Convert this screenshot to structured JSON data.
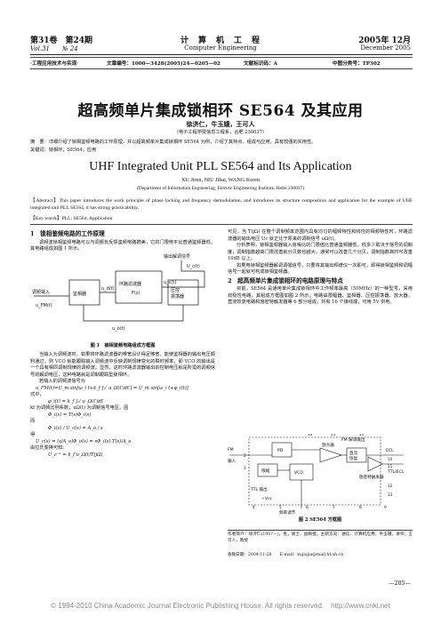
{
  "header": {
    "volume": "第31卷　第24期",
    "volume_en": "Vol.31　　№ 24",
    "journal": "计　算　机　工　程",
    "journal_en": "Computer Engineering",
    "date": "2005年 12月",
    "date_en": "December 2005",
    "column": "·工程应用技术与实现·",
    "article_id": "文章编号：1000—3428(2005)24—0205—02",
    "doc_code": "文献标识码：A",
    "clc": "中图分类号：TP302"
  },
  "title_cn": "超高频单片集成锁相环 SE564 及其应用",
  "authors_cn": "徐济仁，牛玉娥，王可人",
  "affil_cn": "（电子工程学院信息工程系，合肥 230037）",
  "abstract_cn": "摘　要：详细介绍了锁相鉴频电路的工作原理，并以超高频单片集成锁相环 SE564 为例，介绍了其特点、组成与应用，具有较强的实用性。",
  "keywords_cn": "关键词：锁相环；SE564；应用",
  "title_en": "UHF Integrated Unit PLL SE564 and Its Application",
  "authors_en": "XU Jiren, NIU Jihai, WANG Keren",
  "affil_en": "(Department of Information Engineering, Electric Engineering Institute, Hefei 230037)",
  "abstract_en": "【Abstract】This paper introduces the work principle of phase locking and frequency demodulation, and introduces its structure composition and application for the example of UHF integrated unit PLL SE564, it has strong practicability.",
  "keywords_en": "【Key words】PLL; SE564; Application",
  "left_col": {
    "sec1": "1　锁相鉴频电路的工作原理",
    "p1": "调频波锁相鉴频电路可以与调频负反馈鉴频电路媲美，它的门限电平比普通鉴频器低，其电路组成如图 1 所示。",
    "fig1_caption": "图 1　锁相鉴频电路组成方框图",
    "p2": "当输入为调频波时，如果将环路滤波器的带宽设计得足够宽，能使鉴相器的输出电压顺利通过，则 VCO 就能跟踪输入调频波中反映调制规律变化的瞬时频率，即 VCO 的输出是一个具有相同调制规律的调频波。显然，这时环路滤波器输出的控制电压就是所需的调频信号的解调电压，这种电路就是调制跟踪型锁相环。",
    "p3": "若输入的调频波信号为",
    "eq1": "u_FM(t)=U_m sin[ω_i t+k_f ∫₀ᵗ u_Ω(t′)dt′] = U_m sin[ω_i t+φ_i(t)]",
    "p4": "式中，",
    "eq2": "φ_i(t) = k_f ∫₀ᵗ u_Ω(t′)dt′",
    "p5": "kf 为调频比例系数；uΩ(t) 为调制信号电压。因",
    "eq3": "Φ_i(s) = T(s)Φ_i(s)",
    "p6": "而",
    "eq4": "Φ_i(s) / U_c(s) = A_o / s",
    "p7": "得",
    "eq5": "U_c(s) = (s/A_o)Φ_o(s) = sΦ_i(s)·T(s)/A_o",
    "p8": "由拉氏变换可知：",
    "eq6": "U_c⁻¹ ⇔ k_f u_Ω(t)T(jΩ)"
  },
  "right_col": {
    "p1": "可见，当 T(jΩ) 在整个调制频率范围内具有均匀的幅频特性和线性的相频特性时，环路滤波器的输出电压 Uc 就正比于原来的调制信号 uΩ(t)。",
    "p2": "分析表明，锁相鉴频器输入信噪比的门限值比普通鉴频器低，低多少取决于信号的调制度，调制指数越高门限改善就分贝数也越大，通常可以改善几个分贝，调制指数高时可改善 10dB 以上。",
    "p3": "如果用锁相鉴频器解调调幅信号，只要将其输出频谱仪一次即可，即得锁相鉴频和调幅信号一起就可构成锁相鉴频器。",
    "sec2": "2　超高频单片集成锁相环的电路原理与特点",
    "p4": "目前，SE564 是通用单片集成锁相环中工作频率最高（50MHz）的一种型号，采用双极性电路，其组成方框图如图 2 所示。电路由限幅器、鉴相器、压控振荡器、放大器，直流恢复电路和施密特触发器等 6 部分组成，共有 16 个接线端，可用 5V 供电。",
    "fig2_caption": "图 2 SE564 方框图",
    "author_info": "作者简介：徐济仁(1957—)，男，硕士、副教授，主研方向：通信、计算机应用；牛玉娥，讲师；王可人，教授",
    "received": "收稿日期：2004-11-28　　E-mail：xujiujia@mail.hf.ah.cn",
    "page_no": "—205—"
  },
  "fig1": {
    "in_label": "调频输入",
    "in_sig": "u_FM(t)",
    "pd": "鉴相器",
    "ud": "u_d(t)",
    "lf": "环路滤波器",
    "lf_sub": "F(s)",
    "uc": "u_c(t)",
    "uc_out": "U_c(t)",
    "vco": "压控\n振荡器",
    "out_label": "输出解调信号",
    "uo": "u_o(t)"
  },
  "fig2": {
    "pins": [
      "2",
      "3",
      "4",
      "5",
      "6",
      "7",
      "8",
      "9",
      "10",
      "11",
      "12",
      "13",
      "14",
      "15",
      "16"
    ],
    "pd": "PD",
    "lim": "限幅",
    "vco": "VCO",
    "amp": "放大器",
    "dcr": "直流\n恢复",
    "schmitt": "施密特\n触发器",
    "fm_in": "FM\n输入",
    "ttl": "TTL 输出",
    "ecl": "ECL\n控制",
    "fm_demod": "FM 解调输出",
    "ttl_ecl": "TTL/ECL\n输出",
    "freq_adj": "频率调节",
    "vcc": "+Vcc",
    "gnd": "ΓD"
  },
  "copyright": "© 1994-2010 China Academic Journal Electronic Publishing House. All rights reserved.　http://www.cnki.net"
}
